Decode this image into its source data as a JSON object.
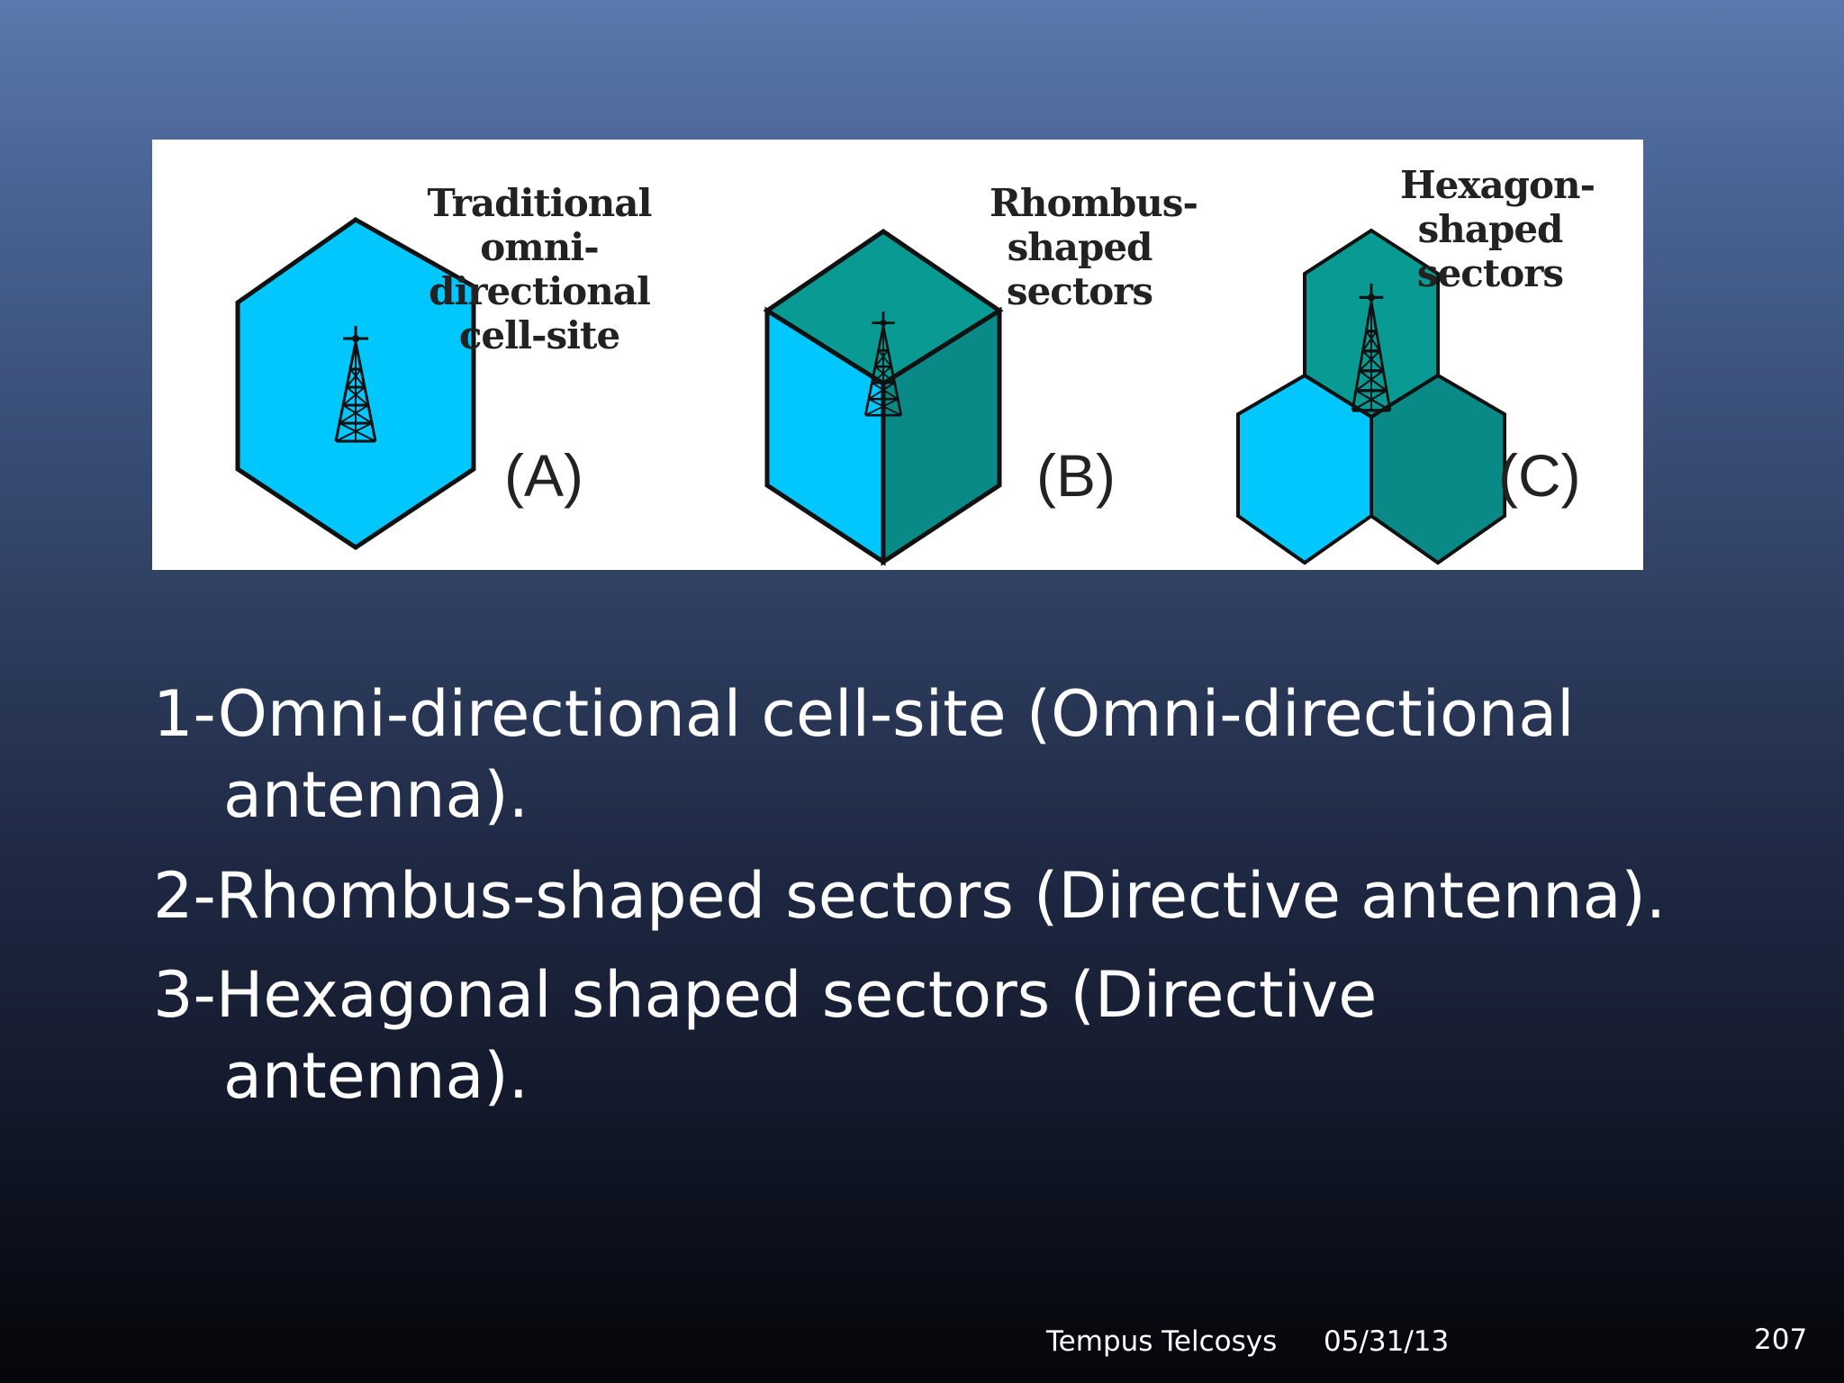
{
  "figure": {
    "panels": [
      {
        "caption": "Traditional omni-\ndirectional\ncell-site",
        "letter": "(A)"
      },
      {
        "caption": "Rhombus-\nshaped\nsectors",
        "letter": "(B)"
      },
      {
        "caption": "Hexagon-\nshaped\nsectors",
        "letter": "(C)"
      }
    ],
    "colors": {
      "light": "#00c8ff",
      "dark": "#0a9a94",
      "outline": "#111111"
    }
  },
  "bullets": [
    "1-Omni-directional cell-site (Omni-directional antenna).",
    "2-Rhombus-shaped sectors (Directive antenna).",
    "3-Hexagonal shaped sectors (Directive antenna)."
  ],
  "footer": {
    "company": "Tempus Telcosys",
    "date": "05/31/13",
    "page": "207"
  }
}
